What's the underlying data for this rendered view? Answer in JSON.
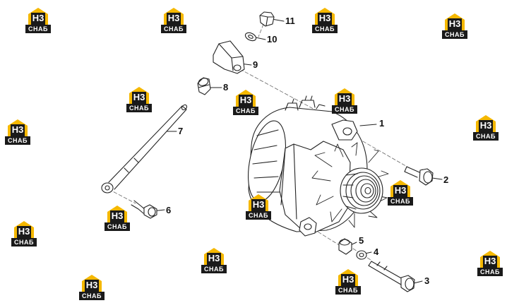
{
  "watermark": {
    "monogram": "H3",
    "caption": "CHAБ",
    "accent_color": "#f5b800",
    "dark_color": "#1a1a1a"
  },
  "callouts": [
    {
      "id": "1",
      "label": "1"
    },
    {
      "id": "2",
      "label": "2"
    },
    {
      "id": "3",
      "label": "3"
    },
    {
      "id": "4",
      "label": "4"
    },
    {
      "id": "5",
      "label": "5"
    },
    {
      "id": "6",
      "label": "6"
    },
    {
      "id": "7",
      "label": "7"
    },
    {
      "id": "8",
      "label": "8"
    },
    {
      "id": "9",
      "label": "9"
    },
    {
      "id": "10",
      "label": "10"
    },
    {
      "id": "11",
      "label": "11"
    }
  ]
}
